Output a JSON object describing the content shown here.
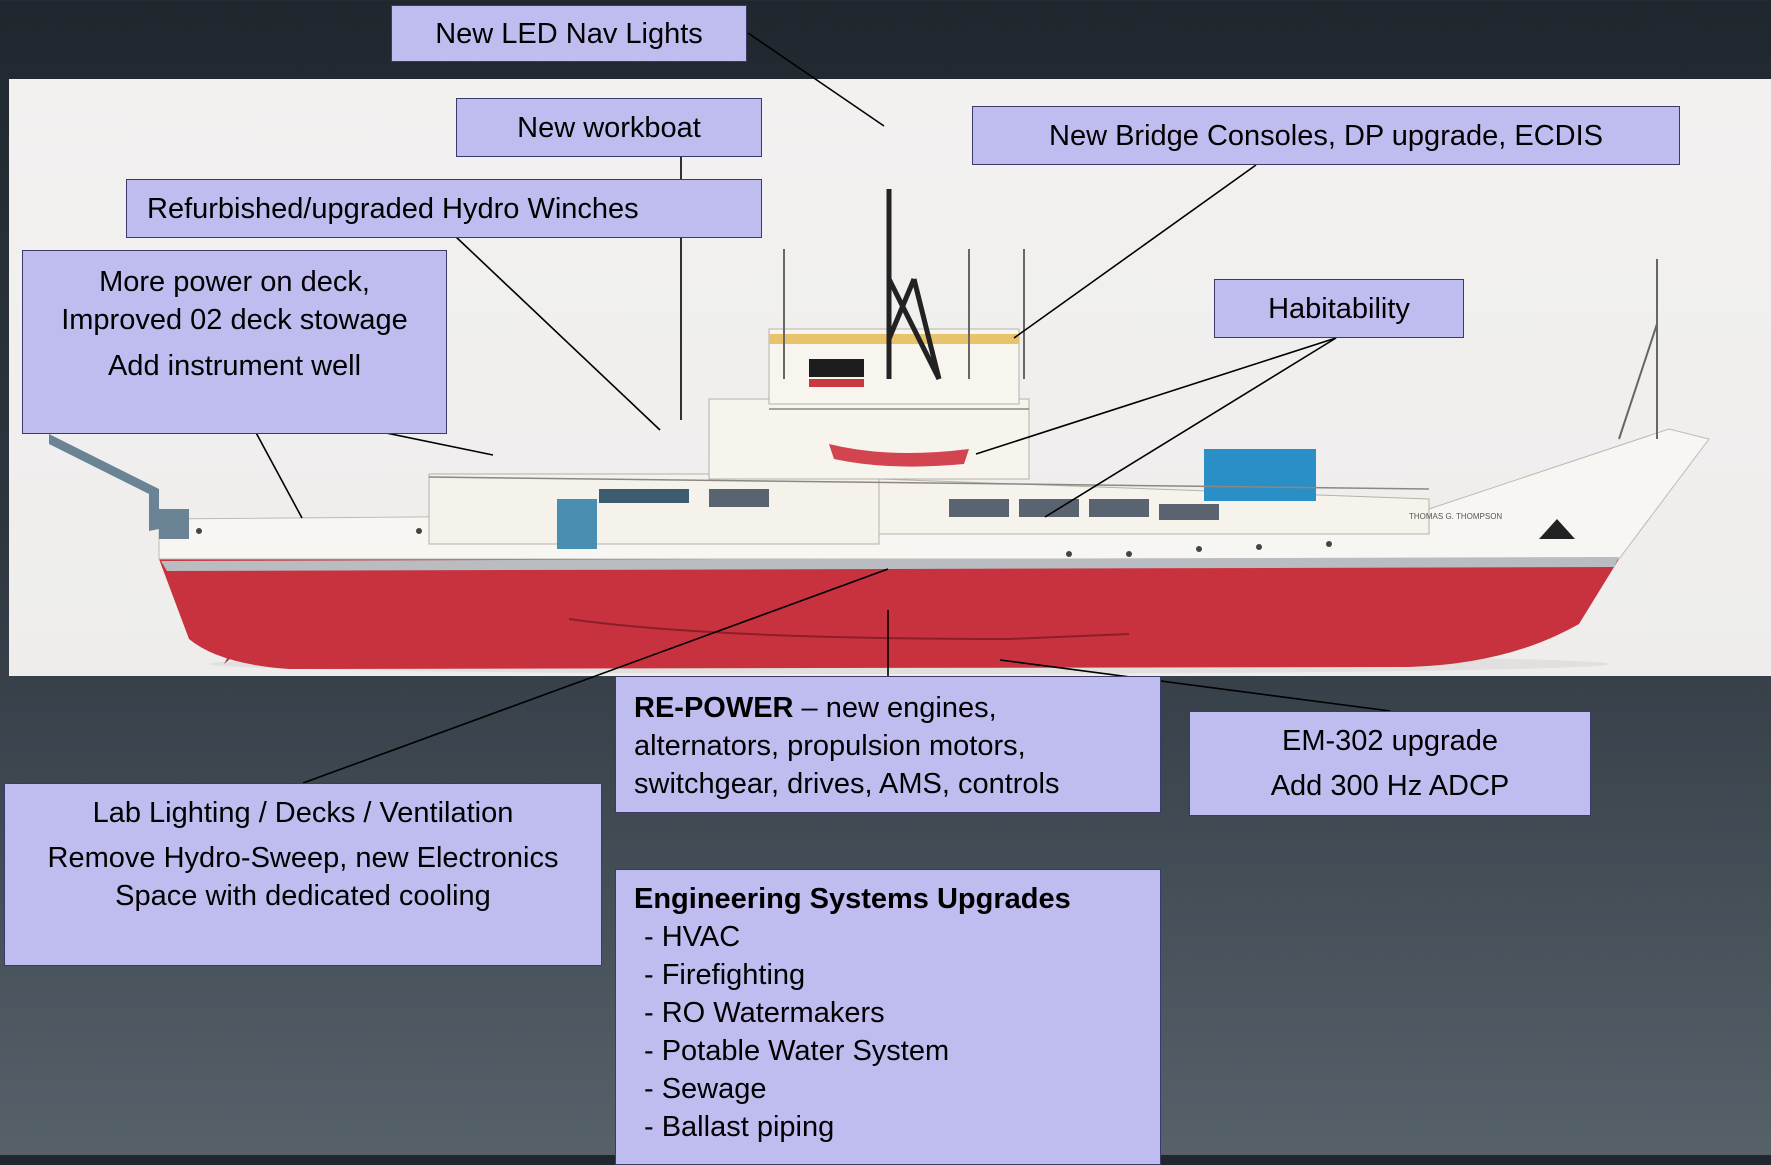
{
  "callouts": {
    "nav_lights": "New LED Nav Lights",
    "workboat": "New workboat",
    "bridge": "New Bridge Consoles, DP upgrade, ECDIS",
    "winches": "Refurbished/upgraded Hydro Winches",
    "deck_power": [
      "More power on deck,",
      "Improved 02 deck stowage",
      "Add instrument well"
    ],
    "habitability": "Habitability",
    "repower": {
      "bold": "RE-POWER",
      "text": " – new engines,",
      "lines": [
        "alternators, propulsion motors,",
        "switchgear, drives, AMS, controls"
      ]
    },
    "em302": [
      "EM-302 upgrade",
      "Add 300 Hz ADCP"
    ],
    "lab": [
      "Lab Lighting / Decks / Ventilation",
      "Remove Hydro-Sweep, new Electronics Space with dedicated cooling"
    ],
    "engineering": {
      "title": "Engineering Systems Upgrades",
      "items": [
        "- HVAC",
        "- Firefighting",
        "- RO Watermakers",
        "- Potable Water System",
        "- Sewage",
        "- Ballast piping"
      ]
    }
  },
  "ship": {
    "hull_name": "THOMAS G. THOMPSON"
  },
  "colors": {
    "callout_fill": "#bfbdf0",
    "hull_red": "#c8323f",
    "superstructure": "#f5f3ec",
    "workboat": "#d24550",
    "container_blue": "#2b8fc7"
  }
}
